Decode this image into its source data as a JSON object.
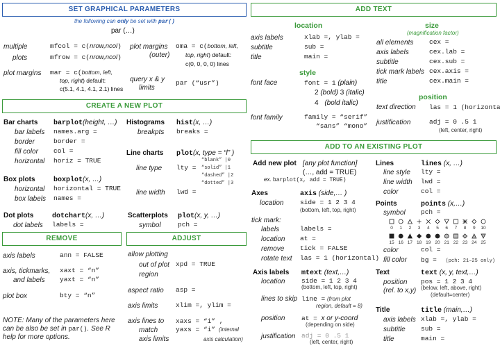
{
  "gp": {
    "title": "SET GRAPHICAL PARAMETERS",
    "subtitle_a": "the following can ",
    "subtitle_only": "only",
    "subtitle_b": " be set with ",
    "subtitle_code": "par()",
    "par_call": "par (…)",
    "multiple": "multiple",
    "mfcol": "mfcol = c(",
    "nrow_ncol": "nrow,ncol",
    "close": ")",
    "plots": "plots",
    "mfrow": "mfrow = c(",
    "plot_margins": "plot margins",
    "mar": "mar = c(",
    "mar_args": "bottom, left,",
    "mar_args2": "top, right",
    "mar_default": ") default:",
    "mar_vals": "c(5.1, 4.1, 4.1, 2.1) lines",
    "plot_margins_outer": "plot margins",
    "outer": "(outer)",
    "oma": "oma = c(",
    "oma_args": "bottom, left,",
    "oma_args2": "top, right",
    "oma_default": ") default:",
    "oma_vals": "c(0, 0, 0, 0) lines",
    "query": "query x & y",
    "limits": "limits",
    "usr": "par (“usr”)"
  },
  "cnp": {
    "title": "CREATE A NEW PLOT",
    "bar_charts": "Bar charts",
    "barplot": "barplot",
    "barplot_args": "(height, …)",
    "bar_labels": "bar labels",
    "names_arg": "names.arg =",
    "border": "border",
    "border_eq": "border =",
    "fill_color": "fill color",
    "col_eq": "col =",
    "horizontal": "horizontal",
    "horiz": "horiz = TRUE",
    "histograms": "Histograms",
    "hist": "hist",
    "hist_args": "(x, …)",
    "breakpts": "breakpts",
    "breaks": "breaks =",
    "line_charts": "Line charts",
    "plot_fn": "plot",
    "plot_args": "(x, type = “l” )",
    "line_type": "line type",
    "lty_eq": "lty =",
    "lty_opts": [
      "“blank” |0",
      "“solid” |1",
      "“dashed” |2",
      "“dotted” |3"
    ],
    "line_width": "line width",
    "lwd_eq": "lwd =",
    "box_plots": "Box plots",
    "boxplot": "boxplot",
    "boxplot_args": "(x, …)",
    "bp_horizontal": "horizontal",
    "horizontal_true": "horizontal = TRUE",
    "box_labels": "box labels",
    "names_eq": "names =",
    "scatterplots": "Scatterplots",
    "scat_plot": "plot",
    "scat_args": "(x, y, …)",
    "symbol": "symbol",
    "pch_eq": "pch =",
    "dot_plots": "Dot plots",
    "dotchart": "dotchart",
    "dot_args": "(x, …)",
    "dot_labels": "dot labels",
    "labels_eq": "labels ="
  },
  "rm": {
    "title": "REMOVE",
    "axis_labels": "axis labels",
    "ann": "ann = FALSE",
    "axis_tick": "axis, tickmarks,",
    "and_labels": "and labels",
    "xaxt": "xaxt = “n”",
    "yaxt": "yaxt = “n”",
    "plot_box": "plot box",
    "bty": "bty = “n”",
    "note_a": "NOTE: Many of the parameters here can be also be set in ",
    "note_par": "par()",
    "note_b": ". See R help for more options."
  },
  "adj": {
    "title": "ADJUST",
    "allow": "allow plotting",
    "out_of": "out of plot",
    "region": "region",
    "xpd": "xpd = TRUE",
    "aspect": "aspect ratio",
    "asp": "asp =",
    "axis_limits": "axis limits",
    "xlim": "xlim =, ylim =",
    "axis_lines": "axis lines to",
    "match": "match",
    "axis_limits2": "axis limits",
    "xaxs": "xaxs = “i” ,",
    "yaxs": "yaxs = “i”",
    "internal": "(internal",
    "axis_calc": "axis calculation)"
  },
  "at": {
    "title": "ADD TEXT",
    "location": "location",
    "axis_labels": "axis labels",
    "xlab": "xlab =, ylab =",
    "subtitle": "subtitle",
    "sub": "sub =",
    "title_l": "title",
    "main": "main =",
    "style": "style",
    "font_face": "font face",
    "font1": "font = 1",
    "plain": "(plain)",
    "font2": "2",
    "bold": "(bold)",
    "font3": "3",
    "italic": "(italic)",
    "font4": "4",
    "bold_italic": "(bold italic)",
    "font_family": "font family",
    "family": "family = “serif”",
    "sans": "“sans”",
    "mono": "“mono”",
    "size": "size",
    "mag": "(magnification factor)",
    "all": "all elements",
    "cex": "cex =",
    "cex_axis_labels": "axis labels",
    "cex_lab": "cex.lab =",
    "cex_subtitle": "subtitle",
    "cex_sub": "cex.sub =",
    "tick_labels": "tick mark labels",
    "cex_axis": "cex.axis =",
    "cex_title": "title",
    "cex_main": "cex.main =",
    "position": "position",
    "text_dir": "text direction",
    "las": "las = 1 (horizontal)",
    "justification": "justification",
    "adj_eq": "adj = 0  .5  1",
    "adj_lab": "(left, center, right)"
  },
  "ae": {
    "title": "ADD TO AN EXISTING PLOT",
    "add_new": "Add new plot",
    "any": "[any plot function]",
    "add_true": "(…, add = TRUE)",
    "ex": "ex.",
    "ex_code": "barplot(x, add = TRUE)",
    "axes": "Axes",
    "axis_fn": "axis",
    "axis_args": "(side,… )",
    "axes_location": "location",
    "side": "side = 1 2 3 4",
    "side_lab": "(bottom, left, top, right)",
    "tick_mark": "tick mark:",
    "labels": "labels",
    "labels_eq": "labels =",
    "location": "location",
    "at_eq": "at =",
    "remove": "remove",
    "tick_false": "tick = FALSE",
    "rotate": "rotate text",
    "las": "las = 1 (horizontal)",
    "axis_labels": "Axis labels",
    "mtext": "mtext",
    "mtext_args": "(text,…)",
    "mt_location": "location",
    "mt_side": "side = 1 2 3 4",
    "mt_side_lab": "(bottom, left, top, right)",
    "lines_skip": "lines to skip",
    "line_eq": "line =",
    "from_plot": "(from plot",
    "region_def": "region, default = 8)",
    "position": "position",
    "at_x": "at = ",
    "x_or_y": "x or y-coord",
    "depending": "(depending on side)",
    "justification": "justification",
    "adj": "adj = 0  .5  1",
    "adj_lab": "(left, center, right)",
    "lines": "Lines",
    "lines_fn": "lines",
    "lines_args": "(x, …)",
    "line_style": "line style",
    "lty": "lty =",
    "line_width": "line width",
    "lwd": "lwd =",
    "color": "color",
    "col": "col =",
    "points": "Points",
    "points_fn": "points",
    "points_args": "(x,…)",
    "symbol": "symbol",
    "pch": "pch =",
    "pch_nums_a": [
      "0",
      "1",
      "2",
      "3",
      "4",
      "5",
      "6",
      "7",
      "8",
      "9",
      "10"
    ],
    "pch_nums_b": [
      "15",
      "16",
      "17",
      "18",
      "19",
      "20",
      "21",
      "22",
      "23",
      "24",
      "25"
    ],
    "pt_color": "color",
    "pt_col": "col =",
    "fill_color": "fill color",
    "bg": "bg =",
    "pch_note": "(pch: 21–25 only)",
    "text": "Text",
    "text_fn": "text",
    "text_args": "(x, y, text,…)",
    "txt_position": "position",
    "rel": "(rel. to x,y)",
    "pos": "pos = 1 2 3 4",
    "pos_lab": "(below, left, above, right)",
    "default_center": "(default=center)",
    "title_s": "Title",
    "title_fn": "title",
    "title_args": "(main,…)",
    "t_axis_labels": "axis labels",
    "t_xlab": "xlab =, ylab =",
    "t_subtitle": "subtitle",
    "t_sub": "sub =",
    "t_title": "title",
    "t_main": "main ="
  }
}
